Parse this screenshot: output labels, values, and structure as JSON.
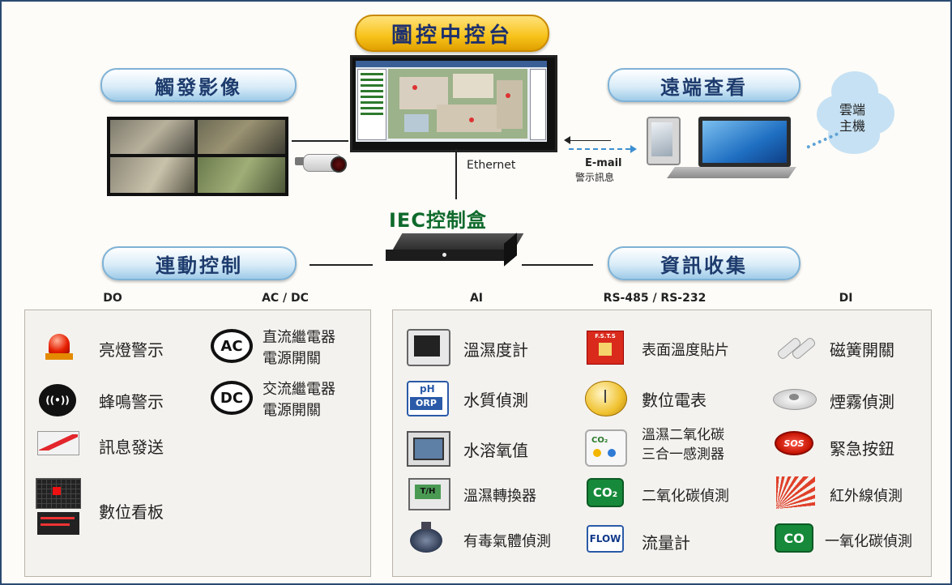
{
  "title": "圖控中控台",
  "sections": {
    "trigger": "觸發影像",
    "remote": "遠端查看",
    "linkage": "連動控制",
    "collect": "資訊收集"
  },
  "center": {
    "ethernet": "Ethernet",
    "iec_box": "IEC控制盒",
    "email": "E-mail",
    "alert_msg": "警示訊息"
  },
  "cloud": {
    "line1": "雲端",
    "line2": "主機"
  },
  "headers": {
    "do": "DO",
    "acdc": "AC / DC",
    "ai": "AI",
    "rs": "RS-485 / RS-232",
    "di": "DI"
  },
  "do_items": [
    "亮燈警示",
    "蜂鳴警示",
    "訊息發送",
    "數位看板"
  ],
  "acdc_items": [
    {
      "badge": "AC",
      "line1": "直流繼電器",
      "line2": "電源開關"
    },
    {
      "badge": "DC",
      "line1": "交流繼電器",
      "line2": "電源開關"
    }
  ],
  "ai_items": [
    "溫濕度計",
    "水質偵測",
    "水溶氧值",
    "溫濕轉換器",
    "有毒氣體偵測"
  ],
  "ai_icon_text": {
    "ph": "pH",
    "orp": "ORP",
    "th": "T/H"
  },
  "rs_items": [
    {
      "label": "表面溫度貼片"
    },
    {
      "label": "數位電表"
    },
    {
      "line1": "溫濕二氧化碳",
      "line2": "三合一感測器"
    },
    {
      "label": "二氧化碳偵測"
    },
    {
      "label": "流量計"
    }
  ],
  "rs_icon_text": {
    "fsts": "F.S.T.S",
    "co2": "CO₂",
    "flow": "FLOW"
  },
  "di_items": [
    "磁簧開關",
    "煙霧偵測",
    "緊急按鈕",
    "紅外線偵測",
    "一氧化碳偵測"
  ],
  "di_icon_text": {
    "sos": "SOS",
    "co": "CO"
  },
  "colors": {
    "accent_blue": "#1d3b6d",
    "title_gold": "#f7c21a",
    "iec_green": "#0e6a2c",
    "border": "#2b4a72"
  }
}
